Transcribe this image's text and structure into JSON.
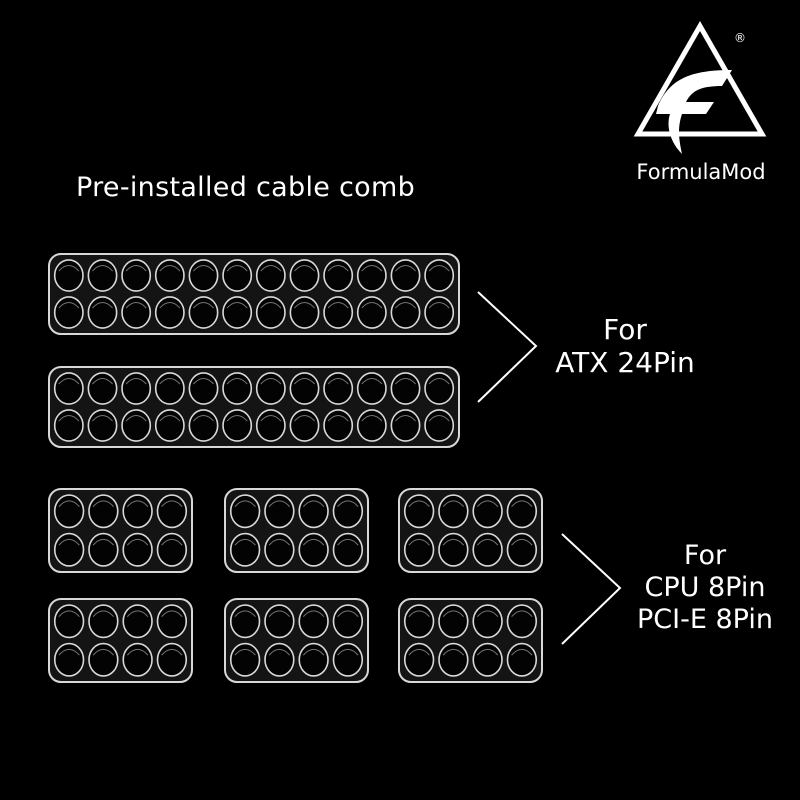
{
  "brand": {
    "name": "FormulaMod",
    "registered_mark": "®"
  },
  "title": "Pre-installed cable comb",
  "labels": {
    "atx": {
      "line1": "For",
      "line2": "ATX 24Pin"
    },
    "cpu": {
      "line1": "For",
      "line2": "CPU 8Pin",
      "line3": "PCI-E 8Pin"
    }
  },
  "colors": {
    "background": "#000000",
    "text": "#ffffff",
    "comb_stroke": "#d8d8d8"
  },
  "combs": {
    "atx_count": 2,
    "atx_columns": 12,
    "small_count": 6,
    "small_columns": 4,
    "rows": 2
  }
}
